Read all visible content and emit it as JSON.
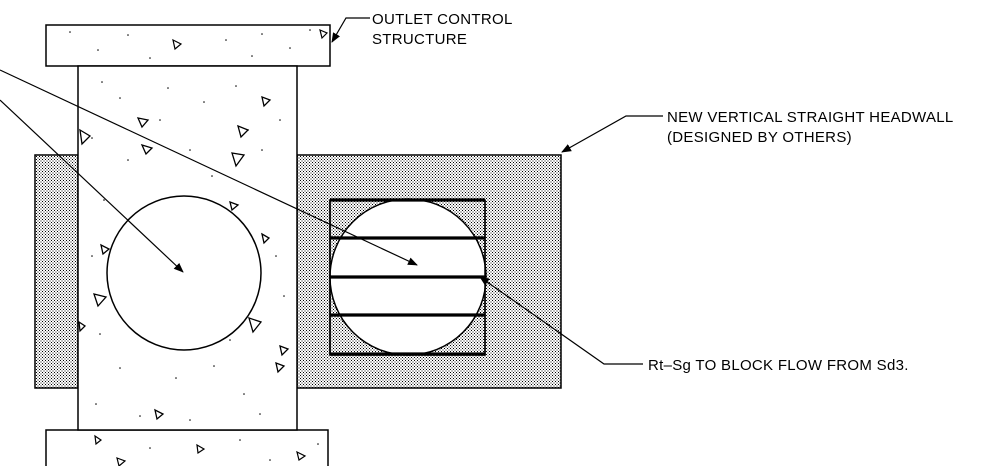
{
  "labels": {
    "outlet_control": [
      "OUTLET CONTROL",
      "STRUCTURE"
    ],
    "headwall": [
      "NEW VERTICAL STRAIGHT HEADWALL",
      "(DESIGNED BY OTHERS)"
    ],
    "riprap": "Rt–Sg TO BLOCK FLOW FROM Sd3."
  },
  "colors": {
    "line": "#000000",
    "background": "#ffffff",
    "hatch_fill": "#b8b8b8"
  }
}
